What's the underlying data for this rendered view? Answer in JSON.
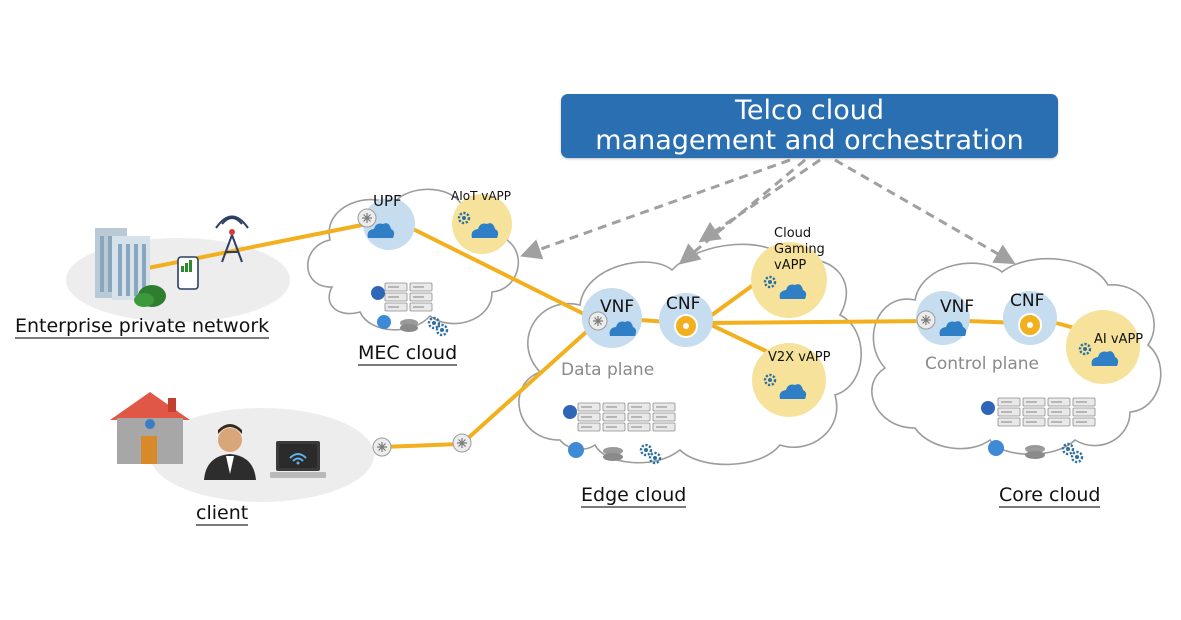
{
  "orchestrator": {
    "line1": "Telco cloud",
    "line2": "management and orchestration"
  },
  "enterprise": {
    "caption": "Enterprise private network"
  },
  "client": {
    "caption": "client"
  },
  "mec": {
    "caption": "MEC cloud",
    "upf": "UPF",
    "aiot": "AIoT vAPP"
  },
  "edge": {
    "caption": "Edge cloud",
    "vnf": "VNF",
    "cnf": "CNF",
    "plane": "Data plane",
    "gaming_l1": "Cloud",
    "gaming_l2": "Gaming",
    "gaming_l3": "vAPP",
    "v2x": "V2X vAPP"
  },
  "core": {
    "caption": "Core cloud",
    "vnf": "VNF",
    "cnf": "CNF",
    "plane": "Control plane",
    "ai": "AI vAPP"
  },
  "colors": {
    "orchestrator_blue": "#2a6fb1",
    "link_orange": "#f2b01e",
    "dashed_gray": "#a0a0a0",
    "cloud_fill": "#ffffff",
    "cloud_stroke": "#999999",
    "node_blue": "#c6dcef",
    "app_yellow": "#f6e29a"
  }
}
